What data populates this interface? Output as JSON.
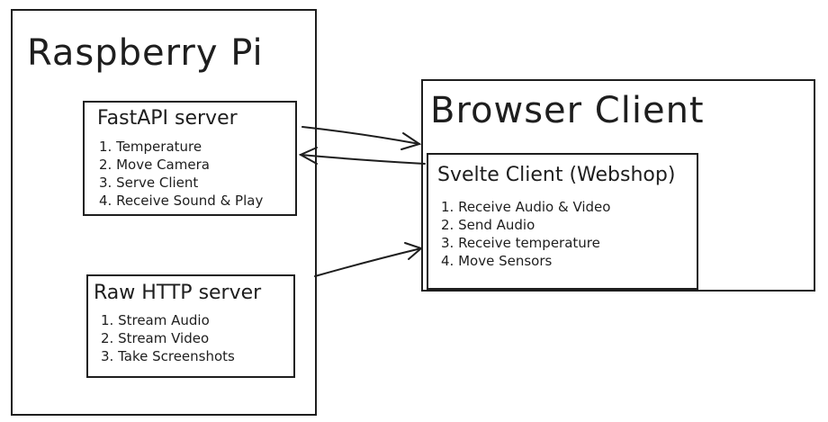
{
  "raspberry_pi": {
    "title": "Raspberry Pi",
    "fastapi": {
      "title": "FastAPI server",
      "items": [
        "1. Temperature",
        "2. Move Camera",
        "3. Serve Client",
        "4. Receive Sound & Play"
      ]
    },
    "raw_http": {
      "title": "Raw HTTP server",
      "items": [
        "1. Stream Audio",
        "2. Stream Video",
        "3. Take Screenshots"
      ]
    }
  },
  "browser_client": {
    "title": "Browser Client",
    "svelte": {
      "title": "Svelte Client (Webshop)",
      "items": [
        "1. Receive Audio & Video",
        "2. Send Audio",
        "3. Receive temperature",
        "4. Move Sensors"
      ]
    }
  }
}
